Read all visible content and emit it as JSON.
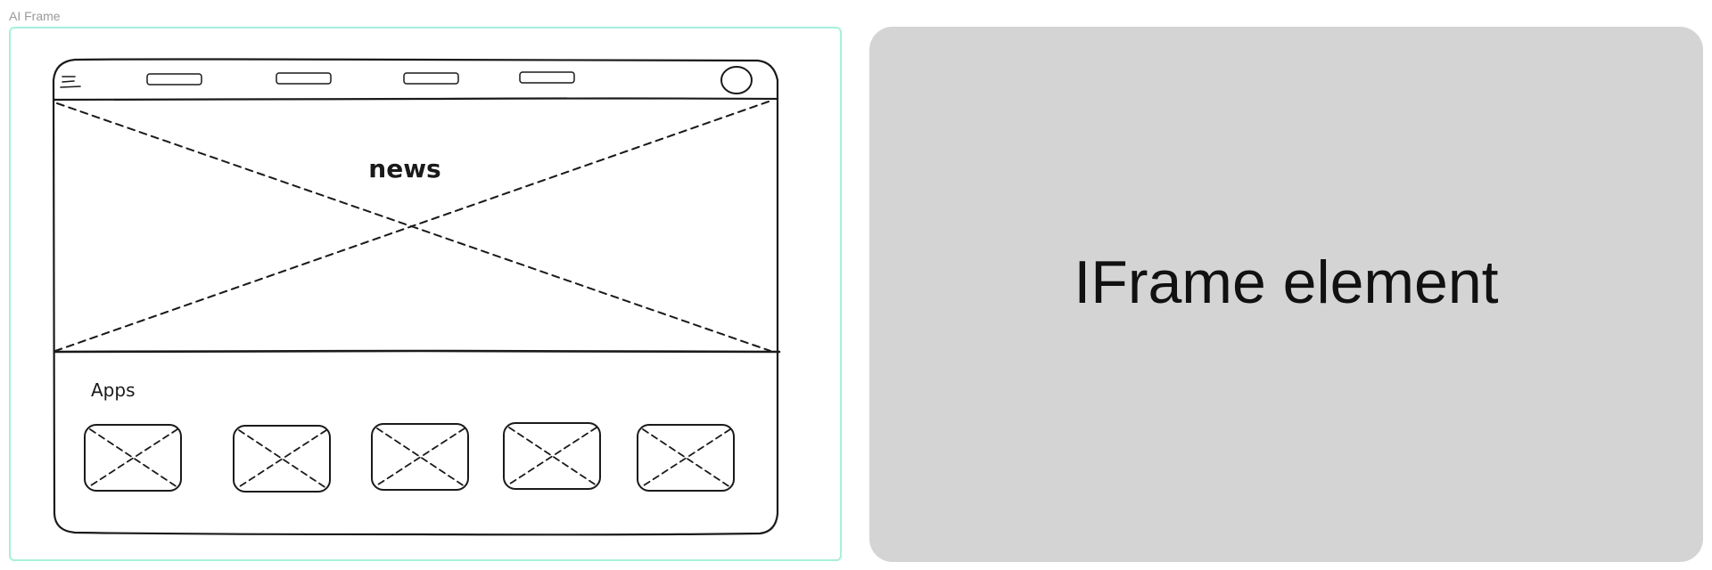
{
  "frame": {
    "title": "AI Frame",
    "border_color": "#a8f0dc"
  },
  "wireframe": {
    "header": {
      "menu_icon": "hamburger-menu-icon",
      "nav_items_count": 4,
      "profile_icon": "avatar-circle-icon"
    },
    "hero": {
      "label": "news",
      "image_placeholder_icon": "image-placeholder-x-icon"
    },
    "apps": {
      "heading": "Apps",
      "tiles": [
        {
          "icon": "image-placeholder-x-icon"
        },
        {
          "icon": "image-placeholder-x-icon"
        },
        {
          "icon": "image-placeholder-x-icon"
        },
        {
          "icon": "image-placeholder-x-icon"
        },
        {
          "icon": "image-placeholder-x-icon"
        }
      ]
    }
  },
  "iframe": {
    "label": "IFrame element",
    "background": "#d4d4d4"
  }
}
